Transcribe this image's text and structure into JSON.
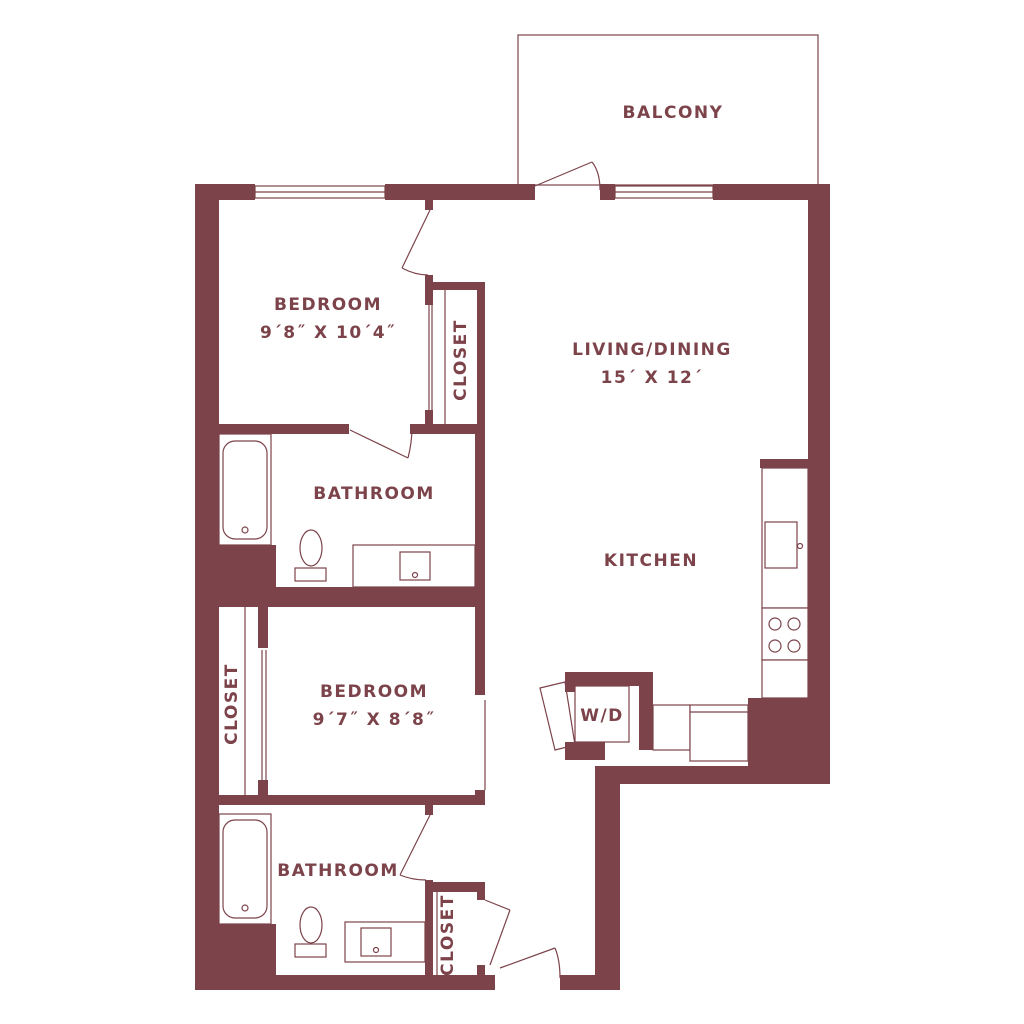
{
  "colors": {
    "wall": "#7c434a",
    "background": "#ffffff"
  },
  "rooms": {
    "balcony": {
      "name": "BALCONY"
    },
    "bedroom_1": {
      "name": "BEDROOM",
      "size": "9´8˝ X 10´4˝"
    },
    "closet_1": {
      "name": "CLOSET"
    },
    "living_dining": {
      "name": "LIVING/DINING",
      "size": "15´ X 12´"
    },
    "bathroom_1": {
      "name": "BATHROOM"
    },
    "kitchen": {
      "name": "KITCHEN"
    },
    "closet_2": {
      "name": "CLOSET"
    },
    "bedroom_2": {
      "name": "BEDROOM",
      "size": "9´7˝ X 8´8˝"
    },
    "laundry": {
      "name": "W/D"
    },
    "bathroom_2": {
      "name": "BATHROOM"
    },
    "closet_3": {
      "name": "CLOSET"
    }
  },
  "icons": [
    "bathtub-icon",
    "toilet-icon",
    "sink-icon",
    "stove-icon",
    "door-swing-icon",
    "window-icon"
  ]
}
